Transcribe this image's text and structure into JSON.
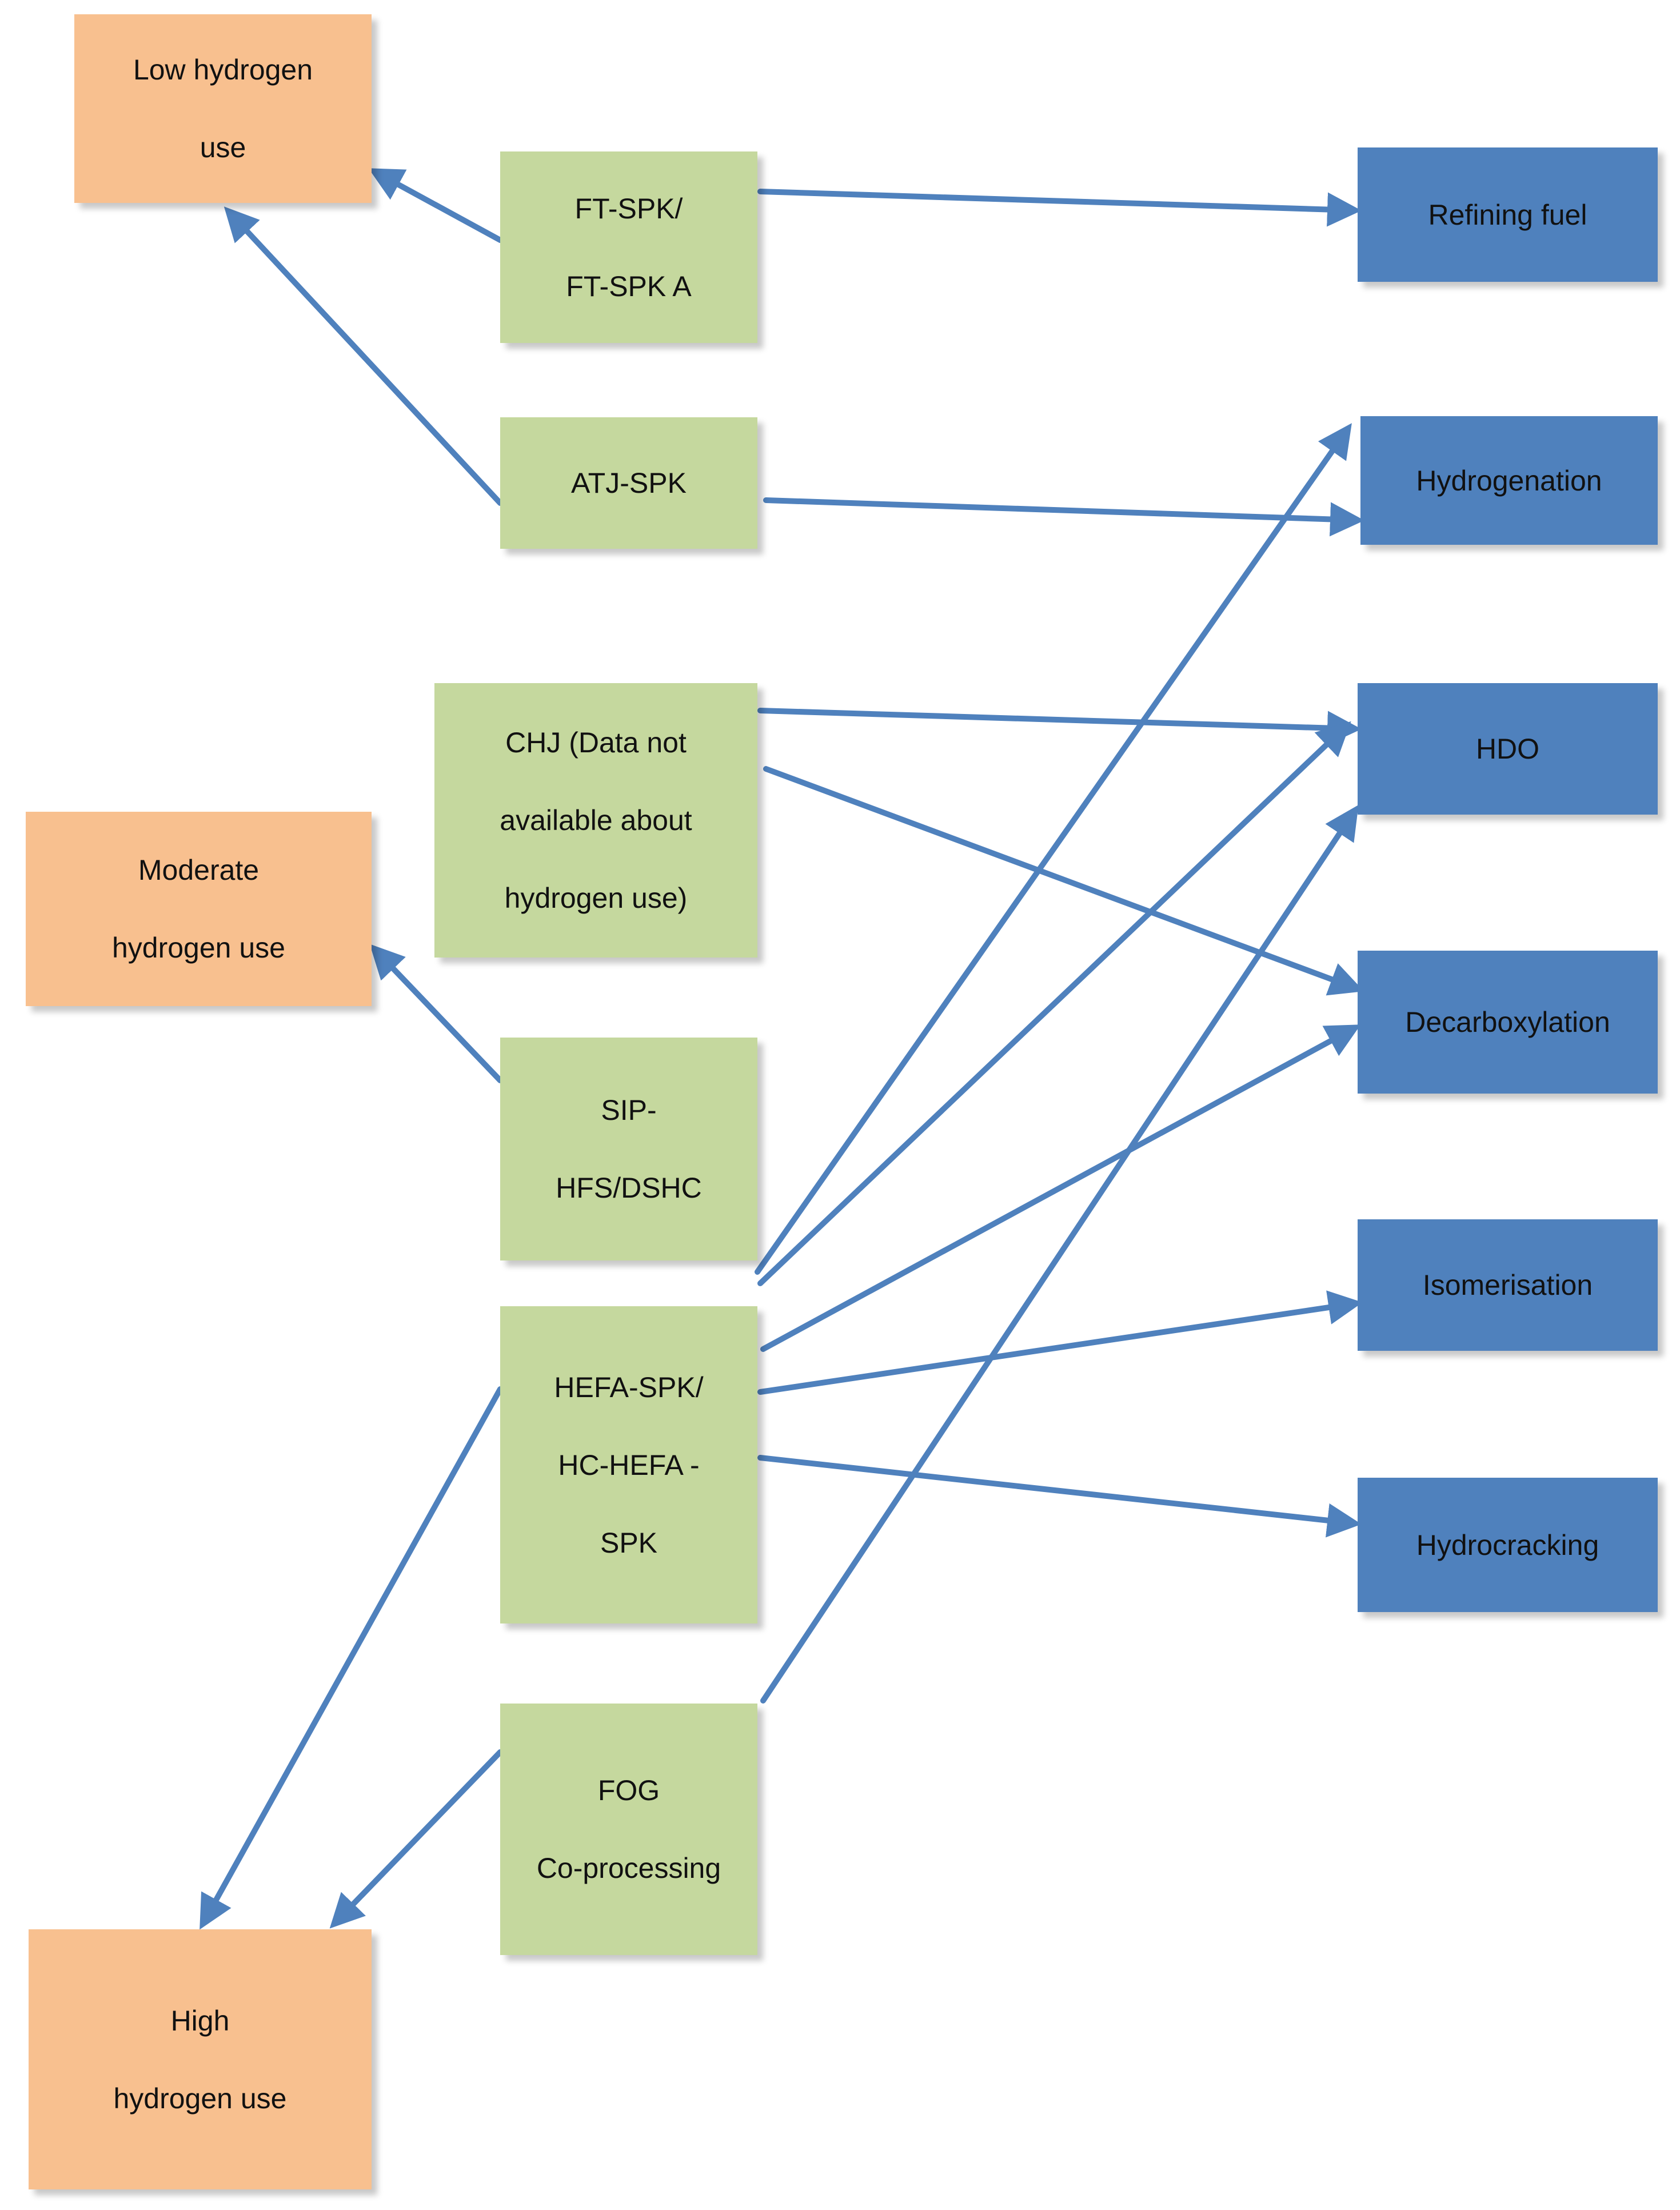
{
  "colors": {
    "usage_fill": "#f8c08f",
    "pathway_fill": "#c5d89e",
    "process_fill": "#4f81bd",
    "connector": "#4f81bd"
  },
  "usage_levels": {
    "low": {
      "lines": [
        "Low hydrogen",
        "use"
      ]
    },
    "moderate": {
      "lines": [
        "Moderate",
        "hydrogen use"
      ]
    },
    "high": {
      "lines": [
        "High",
        "hydrogen use"
      ]
    }
  },
  "pathways": {
    "ft_spk": {
      "lines": [
        "FT-SPK/",
        "FT-SPK A"
      ]
    },
    "atj_spk": {
      "lines": [
        "ATJ-SPK"
      ]
    },
    "chj": {
      "lines": [
        "CHJ (Data not",
        "available about",
        "hydrogen use)"
      ]
    },
    "sip": {
      "lines": [
        "SIP-",
        "HFS/DSHC"
      ]
    },
    "hefa": {
      "lines": [
        "HEFA-SPK/",
        "HC-HEFA -",
        "SPK"
      ]
    },
    "fog": {
      "lines": [
        "FOG",
        "Co-processing"
      ]
    }
  },
  "processes": {
    "refining_fuel": {
      "lines": [
        "Refining fuel"
      ]
    },
    "hydrogenation": {
      "lines": [
        "Hydrogenation"
      ]
    },
    "hdo": {
      "lines": [
        "HDO"
      ]
    },
    "decarboxylation": {
      "lines": [
        "Decarboxylation"
      ]
    },
    "isomerisation": {
      "lines": [
        "Isomerisation"
      ]
    },
    "hydrocracking": {
      "lines": [
        "Hydrocracking"
      ]
    }
  },
  "links": [
    {
      "from": "ft_spk",
      "to": "low"
    },
    {
      "from": "atj_spk",
      "to": "low"
    },
    {
      "from": "sip",
      "to": "moderate"
    },
    {
      "from": "hefa",
      "to": "high"
    },
    {
      "from": "fog",
      "to": "high"
    },
    {
      "from": "ft_spk",
      "to": "refining_fuel"
    },
    {
      "from": "atj_spk",
      "to": "hydrogenation"
    },
    {
      "from": "chj",
      "to": "hdo"
    },
    {
      "from": "chj",
      "to": "decarboxylation"
    },
    {
      "from": "hefa",
      "to": "hydrogenation"
    },
    {
      "from": "hefa",
      "to": "hdo"
    },
    {
      "from": "hefa",
      "to": "decarboxylation"
    },
    {
      "from": "hefa",
      "to": "isomerisation"
    },
    {
      "from": "hefa",
      "to": "hydrocracking"
    },
    {
      "from": "fog",
      "to": "hdo"
    }
  ]
}
